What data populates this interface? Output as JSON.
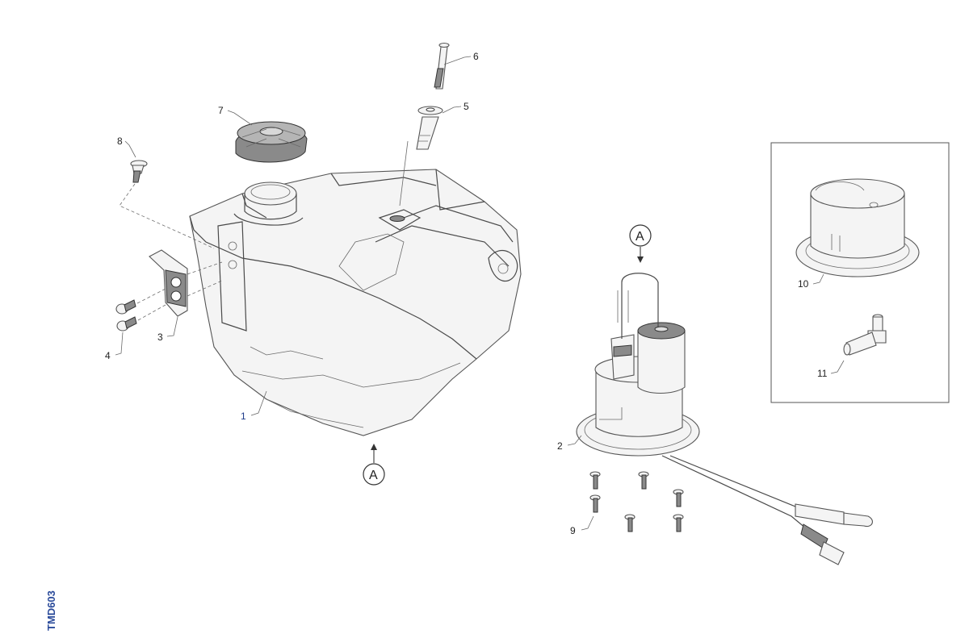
{
  "callouts": {
    "c1": "1",
    "c2": "2",
    "c3": "3",
    "c4": "4",
    "c5": "5",
    "c6": "6",
    "c7": "7",
    "c8": "8",
    "c9": "9",
    "c10": "10",
    "c11": "11"
  },
  "view_markers": {
    "a_tank": "A",
    "a_pump": "A"
  },
  "figure_code": "TMD603",
  "colors": {
    "line": "#4a4a4a",
    "code": "#2a4a9a",
    "callout_1": "#1f3c8a"
  }
}
